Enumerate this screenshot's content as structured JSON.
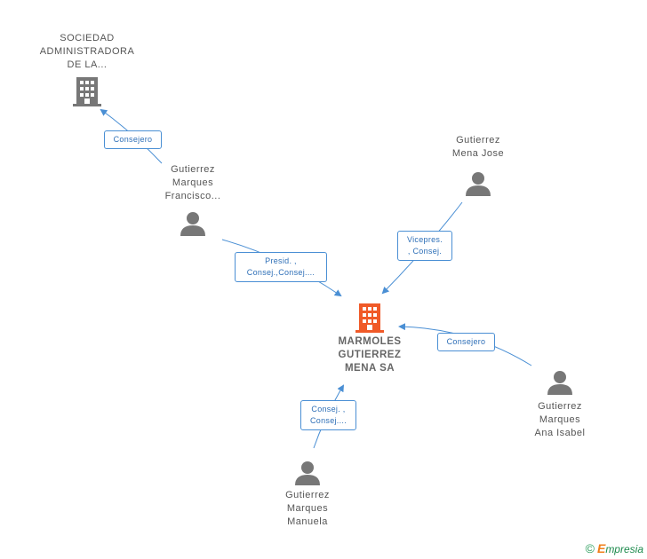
{
  "nodes": {
    "sociedad": {
      "label": "SOCIEDAD\nADMINISTRADORA\nDE LA...",
      "icon": "building-icon",
      "color": "#777777"
    },
    "francisco": {
      "label": "Gutierrez\nMarques\nFrancisco...",
      "icon": "person-icon",
      "color": "#777777"
    },
    "jose": {
      "label": "Gutierrez\nMena Jose",
      "icon": "person-icon",
      "color": "#777777"
    },
    "marmoles": {
      "label": "MARMOLES\nGUTIERREZ\nMENA SA",
      "icon": "building-icon",
      "color": "#f05a28"
    },
    "ana": {
      "label": "Gutierrez\nMarques\nAna Isabel",
      "icon": "person-icon",
      "color": "#777777"
    },
    "manuela": {
      "label": "Gutierrez\nMarques\nManuela",
      "icon": "person-icon",
      "color": "#777777"
    }
  },
  "edges": {
    "consejero_sociedad": "Consejero",
    "presid": "Presid. ,\nConsej.,Consej....",
    "vicepres": "Vicepres.\n, Consej.",
    "consejero_ana": "Consejero",
    "consej_manuela": "Consej. ,\nConsej...."
  },
  "footer": {
    "copyright": "©",
    "brand_initial": "E",
    "brand_rest": "mpresia"
  },
  "colors": {
    "edge": "#4a8fd4",
    "company_main": "#f05a28",
    "entity": "#777777"
  }
}
